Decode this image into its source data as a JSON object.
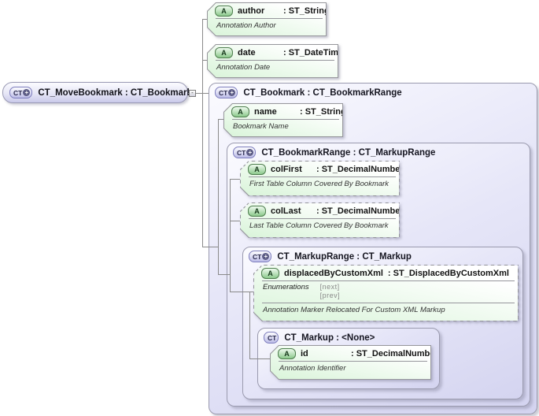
{
  "root": {
    "label": "CT_MoveBookmark : CT_Bookmark"
  },
  "icons": {
    "ct": "CT",
    "plus": "+",
    "attribute": "A",
    "collapse": "-"
  },
  "containers": {
    "ct_bookmark": {
      "title": "CT_Bookmark : CT_BookmarkRange"
    },
    "ct_bookmarkrange": {
      "title": "CT_BookmarkRange : CT_MarkupRange"
    },
    "ct_markuprange": {
      "title": "CT_MarkupRange : CT_Markup"
    },
    "ct_markup": {
      "title": "CT_Markup : <None>"
    }
  },
  "attrs": {
    "author": {
      "name": "author",
      "type": ": ST_String",
      "annotation": "Annotation Author"
    },
    "date": {
      "name": "date",
      "type": ": ST_DateTime",
      "annotation": "Annotation Date"
    },
    "name": {
      "name": "name",
      "type": ": ST_String",
      "annotation": "Bookmark Name"
    },
    "colFirst": {
      "name": "colFirst",
      "type": ": ST_DecimalNumber",
      "annotation": "First Table Column Covered By Bookmark"
    },
    "colLast": {
      "name": "colLast",
      "type": ": ST_DecimalNumber",
      "annotation": "Last Table Column Covered By Bookmark"
    },
    "displacedByCustomXml": {
      "name": "displacedByCustomXml",
      "type": ": ST_DisplacedByCustomXml",
      "enum_label": "Enumerations",
      "enum_value_1": "[next]",
      "enum_value_2": "[prev]",
      "annotation": "Annotation Marker Relocated For Custom XML Markup"
    },
    "id": {
      "name": "id",
      "type": ": ST_DecimalNumber",
      "annotation": "Annotation Identifier"
    }
  },
  "colors": {
    "container_fill": "#d4d4f0",
    "attribute_fill": "#d9f4d9",
    "attribute_icon": "#8cc98c",
    "complextype_icon": "#bdbde8",
    "border": "#97979c",
    "connector": "#8a8a8a"
  }
}
